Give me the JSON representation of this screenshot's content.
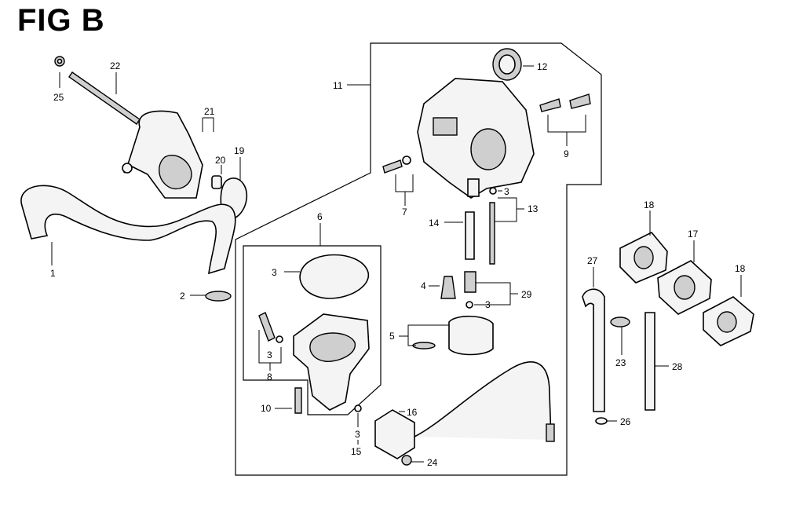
{
  "title": "FIG B",
  "callouts": [
    "1",
    "2",
    "3",
    "3",
    "3",
    "3",
    "3",
    "4",
    "5",
    "6",
    "7",
    "8",
    "9",
    "10",
    "11",
    "12",
    "13",
    "14",
    "15",
    "16",
    "17",
    "18",
    "18",
    "19",
    "20",
    "21",
    "22",
    "23",
    "24",
    "25",
    "26",
    "27",
    "28",
    "29"
  ]
}
